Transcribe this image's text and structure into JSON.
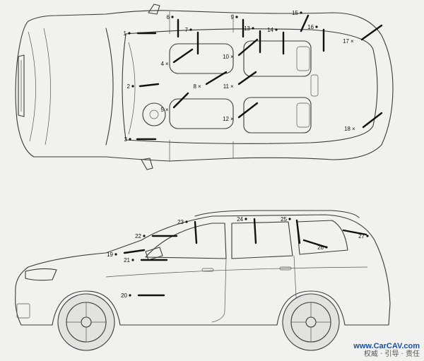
{
  "diagram": {
    "top_view": {
      "markers": [
        {
          "label": "1",
          "style": "dot"
        },
        {
          "label": "2",
          "style": "dot"
        },
        {
          "label": "3",
          "style": "dot"
        },
        {
          "label": "4",
          "style": "cross"
        },
        {
          "label": "5",
          "style": "cross"
        },
        {
          "label": "6",
          "style": "dot"
        },
        {
          "label": "7",
          "style": "dot"
        },
        {
          "label": "8",
          "style": "cross"
        },
        {
          "label": "9",
          "style": "dot"
        },
        {
          "label": "10",
          "style": "cross"
        },
        {
          "label": "11",
          "style": "cross"
        },
        {
          "label": "12",
          "style": "cross"
        },
        {
          "label": "13",
          "style": "dot"
        },
        {
          "label": "14",
          "style": "dot"
        },
        {
          "label": "15",
          "style": "dot"
        },
        {
          "label": "16",
          "style": "dot"
        },
        {
          "label": "17",
          "style": "cross"
        },
        {
          "label": "18",
          "style": "cross"
        }
      ]
    },
    "side_view": {
      "markers": [
        {
          "label": "19",
          "style": "dot"
        },
        {
          "label": "20",
          "style": "dot"
        },
        {
          "label": "21",
          "style": "dot"
        },
        {
          "label": "22",
          "style": "dot"
        },
        {
          "label": "23",
          "style": "dot"
        },
        {
          "label": "24",
          "style": "dot"
        },
        {
          "label": "25",
          "style": "dot"
        },
        {
          "label": "26",
          "style": "dot"
        },
        {
          "label": "27",
          "style": "dot"
        }
      ]
    }
  },
  "watermark": {
    "url": "www.CarCAV.com",
    "tagline": "权威 · 引导 · 责任"
  }
}
